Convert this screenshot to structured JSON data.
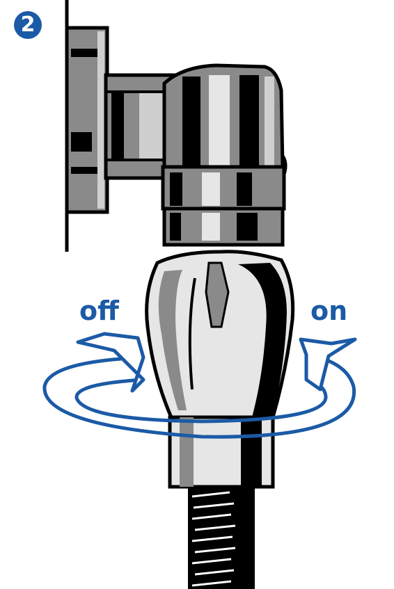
{
  "step": {
    "number": "2"
  },
  "labels": {
    "off": "off",
    "on": "on"
  },
  "colors": {
    "accent": "#1b5aa6",
    "ink": "#000000",
    "metal": "#8a8a8a",
    "highlight": "#e6e6e6"
  },
  "icons": {
    "rotation": "rotation-arrows-icon",
    "valve": "angle-valve-illustration"
  }
}
